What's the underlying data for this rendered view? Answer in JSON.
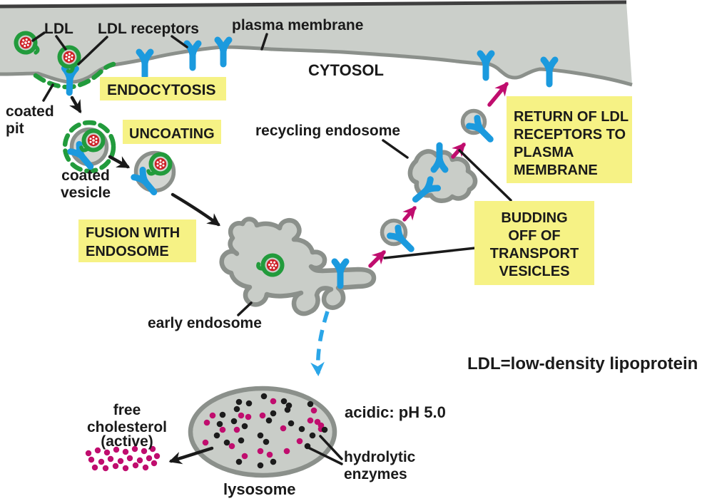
{
  "labels": {
    "ldl": "LDL",
    "ldl_receptors": "LDL receptors",
    "plasma_membrane": "plasma membrane",
    "cytosol": "CYTOSOL",
    "coated_pit": [
      "coated",
      "pit"
    ],
    "coated_vesicle": [
      "coated",
      "vesicle"
    ],
    "recycling_endosome": "recycling endosome",
    "early_endosome": "early endosome",
    "lysosome": "lysosome",
    "acidic": "acidic: pH 5.0",
    "hydrolytic": [
      "hydrolytic",
      "enzymes"
    ],
    "free_cholesterol": [
      "free",
      "cholesterol",
      "(active)"
    ],
    "legend": "LDL=low-density lipoprotein"
  },
  "boxes": {
    "endocytosis": {
      "lines": [
        "ENDOCYTOSIS"
      ]
    },
    "uncoating": {
      "lines": [
        "UNCOATING"
      ]
    },
    "fusion": {
      "lines": [
        "FUSION WITH",
        "ENDOSOME"
      ]
    },
    "return_receptors": {
      "lines": [
        "RETURN OF LDL",
        "RECEPTORS TO",
        "PLASMA",
        "MEMBRANE"
      ]
    },
    "budding": {
      "lines": [
        "BUDDING",
        "OFF OF",
        "TRANSPORT",
        "VESICLES"
      ]
    }
  },
  "colors": {
    "membrane-fill": "#cbcfca",
    "membrane-line": "#8b908b",
    "top-line": "#3f3f3f",
    "organelle-fill": "#c9cdc8",
    "organelle-line": "#8b908b",
    "vesicle-fill": "#d3d6d2",
    "receptor-blue": "#1b9ade",
    "arrow-blue": "#2ba6e8",
    "green": "#229b3c",
    "red": "#ce2027",
    "magenta": "#c00d6e",
    "dot-black": "#1c1c1c",
    "yellow": "#f6f285",
    "text": "#1a1a1a"
  },
  "dots": {
    "lysosome": [
      [
        370,
        556,
        "k"
      ],
      [
        383,
        563,
        "m"
      ],
      [
        335,
        564,
        "k"
      ],
      [
        349,
        566,
        "k"
      ],
      [
        398,
        563,
        "k"
      ],
      [
        405,
        569,
        "k"
      ],
      [
        435,
        567,
        "k"
      ],
      [
        332,
        574,
        "k"
      ],
      [
        440,
        576,
        "m"
      ],
      [
        298,
        583,
        "m"
      ],
      [
        312,
        582,
        "k"
      ],
      [
        338,
        583,
        "m"
      ],
      [
        348,
        585,
        "m"
      ],
      [
        368,
        583,
        "m"
      ],
      [
        383,
        580,
        "k"
      ],
      [
        403,
        575,
        "k"
      ],
      [
        377,
        590,
        "k"
      ],
      [
        290,
        593,
        "m"
      ],
      [
        308,
        595,
        "k"
      ],
      [
        328,
        591,
        "k"
      ],
      [
        343,
        598,
        "k"
      ],
      [
        408,
        594,
        "k"
      ],
      [
        435,
        590,
        "m"
      ],
      [
        445,
        592,
        "m"
      ],
      [
        450,
        602,
        "m"
      ],
      [
        423,
        602,
        "k"
      ],
      [
        397,
        601,
        "m"
      ],
      [
        312,
        603,
        "m"
      ],
      [
        304,
        611,
        "k"
      ],
      [
        332,
        603,
        "m"
      ],
      [
        365,
        611,
        "k"
      ],
      [
        288,
        621,
        "m"
      ],
      [
        318,
        621,
        "k"
      ],
      [
        338,
        618,
        "k"
      ],
      [
        325,
        626,
        "m"
      ],
      [
        373,
        620,
        "k"
      ],
      [
        365,
        633,
        "m"
      ],
      [
        343,
        640,
        "m"
      ],
      [
        378,
        638,
        "m"
      ],
      [
        335,
        648,
        "k"
      ],
      [
        365,
        653,
        "k"
      ],
      [
        383,
        648,
        "k"
      ],
      [
        402,
        633,
        "m"
      ],
      [
        420,
        619,
        "m"
      ],
      [
        431,
        626,
        "k"
      ],
      [
        438,
        611,
        "k"
      ],
      [
        450,
        597,
        "m"
      ],
      [
        455,
        603,
        "k"
      ]
    ],
    "cholesterol": [
      [
        124,
        636
      ],
      [
        137,
        632
      ],
      [
        150,
        635
      ],
      [
        163,
        631
      ],
      [
        176,
        634
      ],
      [
        189,
        630
      ],
      [
        202,
        633
      ],
      [
        214,
        630
      ],
      [
        128,
        645
      ],
      [
        142,
        648
      ],
      [
        155,
        644
      ],
      [
        169,
        647
      ],
      [
        182,
        643
      ],
      [
        196,
        646
      ],
      [
        209,
        643
      ],
      [
        220,
        640
      ],
      [
        133,
        656
      ],
      [
        148,
        657
      ],
      [
        162,
        654
      ],
      [
        176,
        657
      ],
      [
        190,
        653
      ],
      [
        204,
        656
      ],
      [
        216,
        650
      ]
    ]
  }
}
